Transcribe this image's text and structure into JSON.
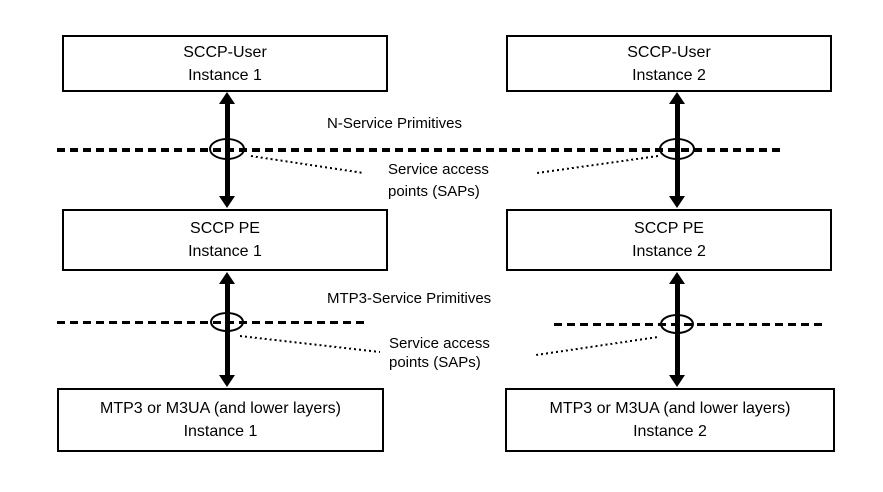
{
  "boxes": {
    "sccp_user_1": {
      "line1": "SCCP-User",
      "line2": "Instance 1"
    },
    "sccp_user_2": {
      "line1": "SCCP-User",
      "line2": "Instance 2"
    },
    "sccp_pe_1": {
      "line1": "SCCP PE",
      "line2": "Instance 1"
    },
    "sccp_pe_2": {
      "line1": "SCCP PE",
      "line2": "Instance 2"
    },
    "mtp3_1": {
      "line1": "MTP3 or M3UA (and lower layers)",
      "line2": "Instance 1"
    },
    "mtp3_2": {
      "line1": "MTP3 or M3UA (and lower layers)",
      "line2": "Instance 2"
    }
  },
  "labels": {
    "n_service_primitives": "N-Service Primitives",
    "mtp3_service_primitives": "MTP3-Service Primitives",
    "service_access_points_line1": "Service access",
    "service_access_points_line2": "points (SAPs)"
  },
  "colors": {
    "stroke": "#000000",
    "background": "#ffffff",
    "text": "#000000"
  }
}
